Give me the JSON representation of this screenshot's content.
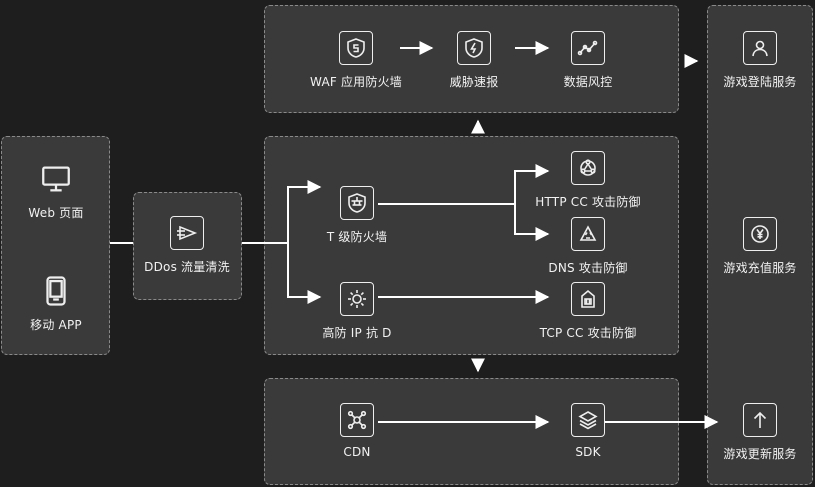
{
  "nodes": {
    "waf": "WAF 应用防火墙",
    "threat_intel": "威胁速报",
    "data_risk": "数据风控",
    "web_page": "Web 页面",
    "mobile_app": "移动 APP",
    "ddos": "DDos 流量清洗",
    "t_firewall": "T 级防火墙",
    "high_defense_ip": "高防 IP 抗 D",
    "http_cc": "HTTP CC 攻击防御",
    "dns_attack": "DNS 攻击防御",
    "tcp_cc": "TCP CC 攻击防御",
    "cdn": "CDN",
    "sdk": "SDK",
    "game_login": "游戏登陆服务",
    "game_recharge": "游戏充值服务",
    "game_update": "游戏更新服务"
  },
  "icons": {
    "waf": "shield-s-icon",
    "threat_intel": "shield-bolt-icon",
    "data_risk": "line-graph-icon",
    "web_page": "monitor-icon",
    "mobile_app": "smartphone-icon",
    "ddos": "traffic-filter-icon",
    "t_firewall": "firewall-brick-icon",
    "high_defense_ip": "sun-shield-icon",
    "http_cc": "network-shield-icon",
    "dns_attack": "recycle-triangle-icon",
    "tcp_cc": "chip-router-icon",
    "cdn": "network-hub-icon",
    "sdk": "layers-icon",
    "game_login": "user-icon",
    "game_recharge": "yen-coin-icon",
    "game_update": "upload-arrow-icon"
  },
  "colors": {
    "panel": "#3a3a3a",
    "background": "#1e1e1e",
    "line": "#ffffff"
  }
}
